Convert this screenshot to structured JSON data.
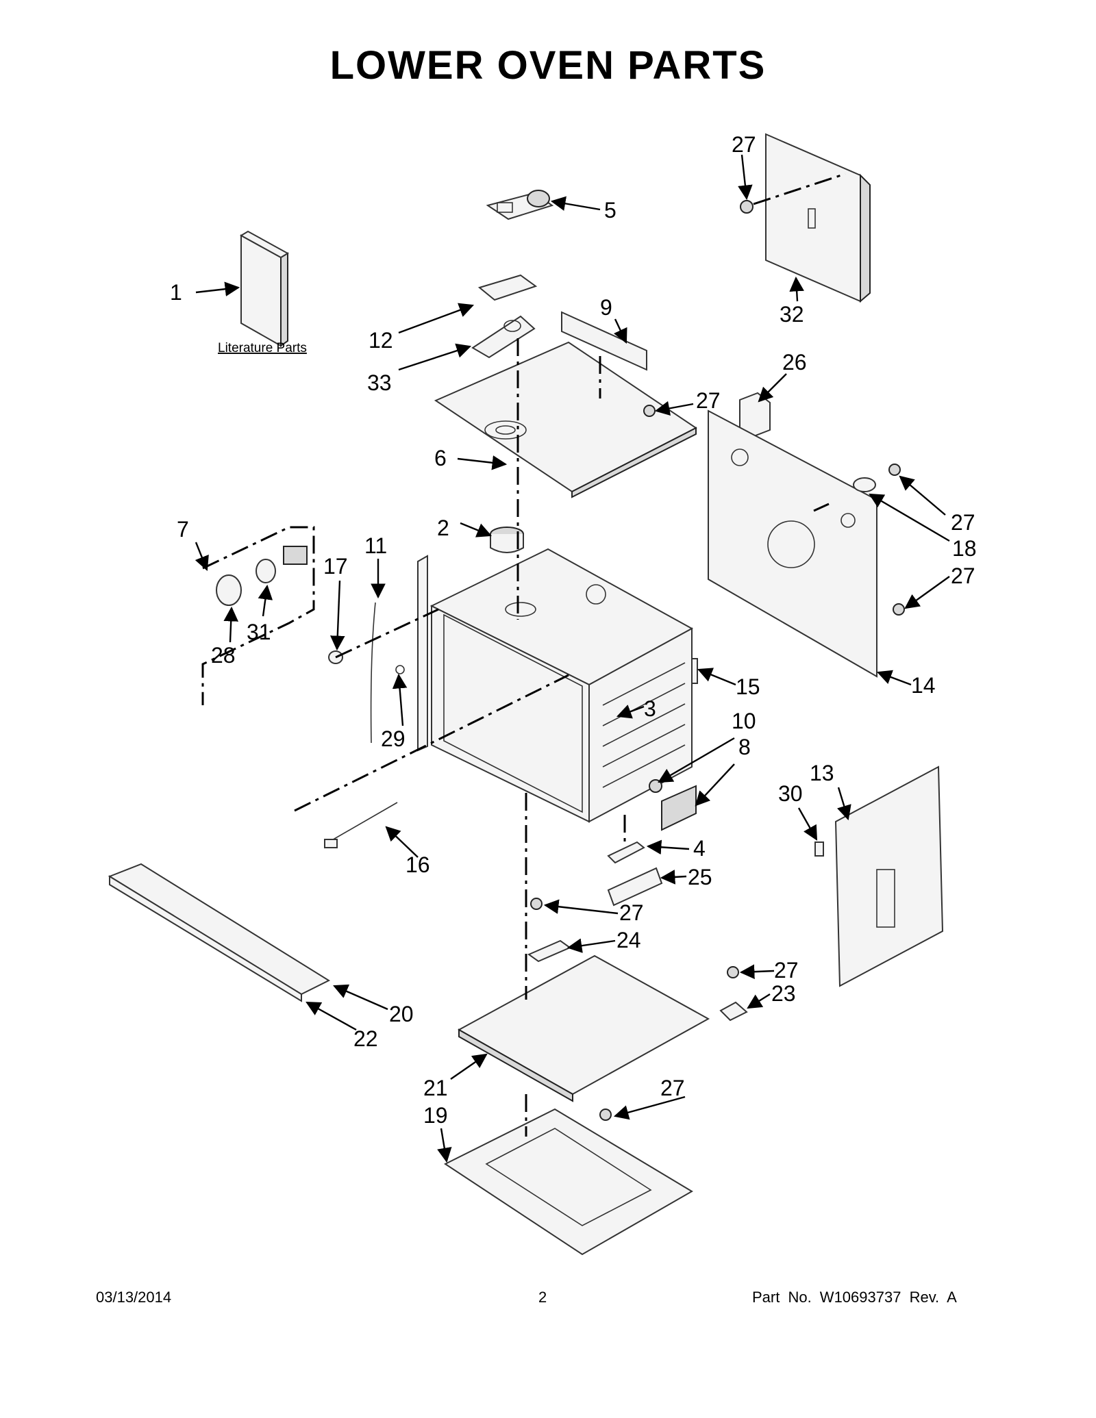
{
  "title": "LOWER OVEN PARTS",
  "literature_label": "Literature Parts",
  "callouts": {
    "c1": "1",
    "c2": "2",
    "c3": "3",
    "c4": "4",
    "c5": "5",
    "c6": "6",
    "c7": "7",
    "c8": "8",
    "c9": "9",
    "c10": "10",
    "c11": "11",
    "c12": "12",
    "c13": "13",
    "c14": "14",
    "c15": "15",
    "c16": "16",
    "c17": "17",
    "c18": "18",
    "c19": "19",
    "c20": "20",
    "c21": "21",
    "c22": "22",
    "c23": "23",
    "c24": "24",
    "c25": "25",
    "c26": "26",
    "c27": "27",
    "c28": "28",
    "c29": "29",
    "c30": "30",
    "c31": "31",
    "c32": "32",
    "c33": "33"
  },
  "footer": {
    "date": "03/13/2014",
    "page": "2",
    "part_no": "Part No.  W10693737  Rev.  A"
  }
}
